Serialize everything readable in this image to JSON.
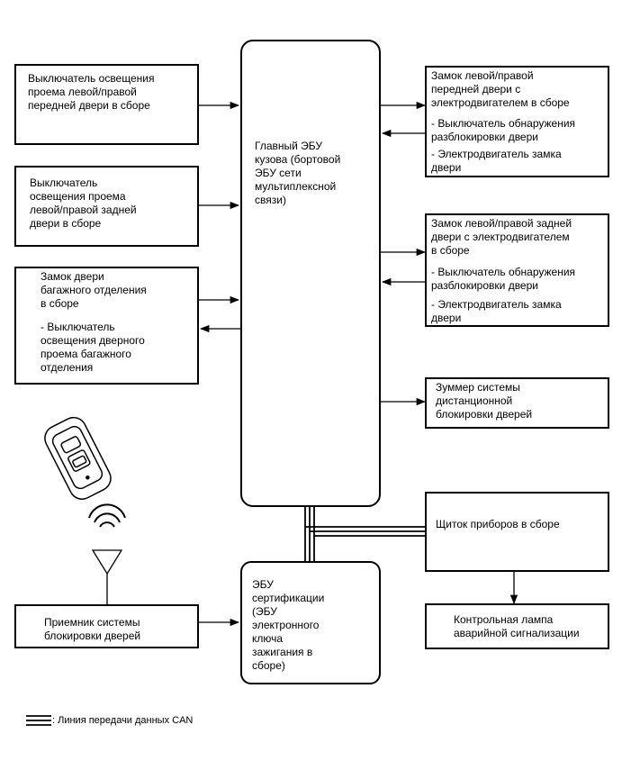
{
  "ecu_main": {
    "label": "Главный ЭБУ\nкузова (бортовой\nЭБУ сети\nмультиплексной\nсвязи)"
  },
  "ecu_cert": {
    "label": "ЭБУ\nсертификации\n(ЭБУ\nэлектронного\nключа\nзажигания в\nсборе)"
  },
  "left": {
    "front_door_light_switch": "Выключатель освещения\nпроема левой/правой\nпередней двери в сборе",
    "rear_door_light_switch": "Выключатель\nосвещения проема\nлевой/правой задней\nдвери в сборе",
    "trunk_lock_title": "Замок двери\nбагажного отделения\nв сборе",
    "trunk_lock_item": "- Выключатель\nосвещения дверного\nпроема багажного\nотделения",
    "receiver": "Приемник системы\nблокировки дверей"
  },
  "right": {
    "front_lock_title": "Замок левой/правой\nпередней двери с\nэлектродвигателем в сборе",
    "front_lock_item1": "- Выключатель обнаружения\nразблокировки двери",
    "front_lock_item2": "- Электродвигатель замка\nдвери",
    "rear_lock_title": "Замок левой/правой задней\nдвери с электродвигателем\nв сборе",
    "rear_lock_item1": "- Выключатель обнаружения\nразблокировки двери",
    "rear_lock_item2": "- Электродвигатель замка\nдвери",
    "buzzer": "Зуммер системы\nдистанционной\nблокировки дверей",
    "meter": "Щиток приборов в сборе",
    "hazard_lamp": "Контрольная лампа\nаварийной сигнализации"
  },
  "legend": {
    "label": ": Линия передачи данных CAN"
  }
}
